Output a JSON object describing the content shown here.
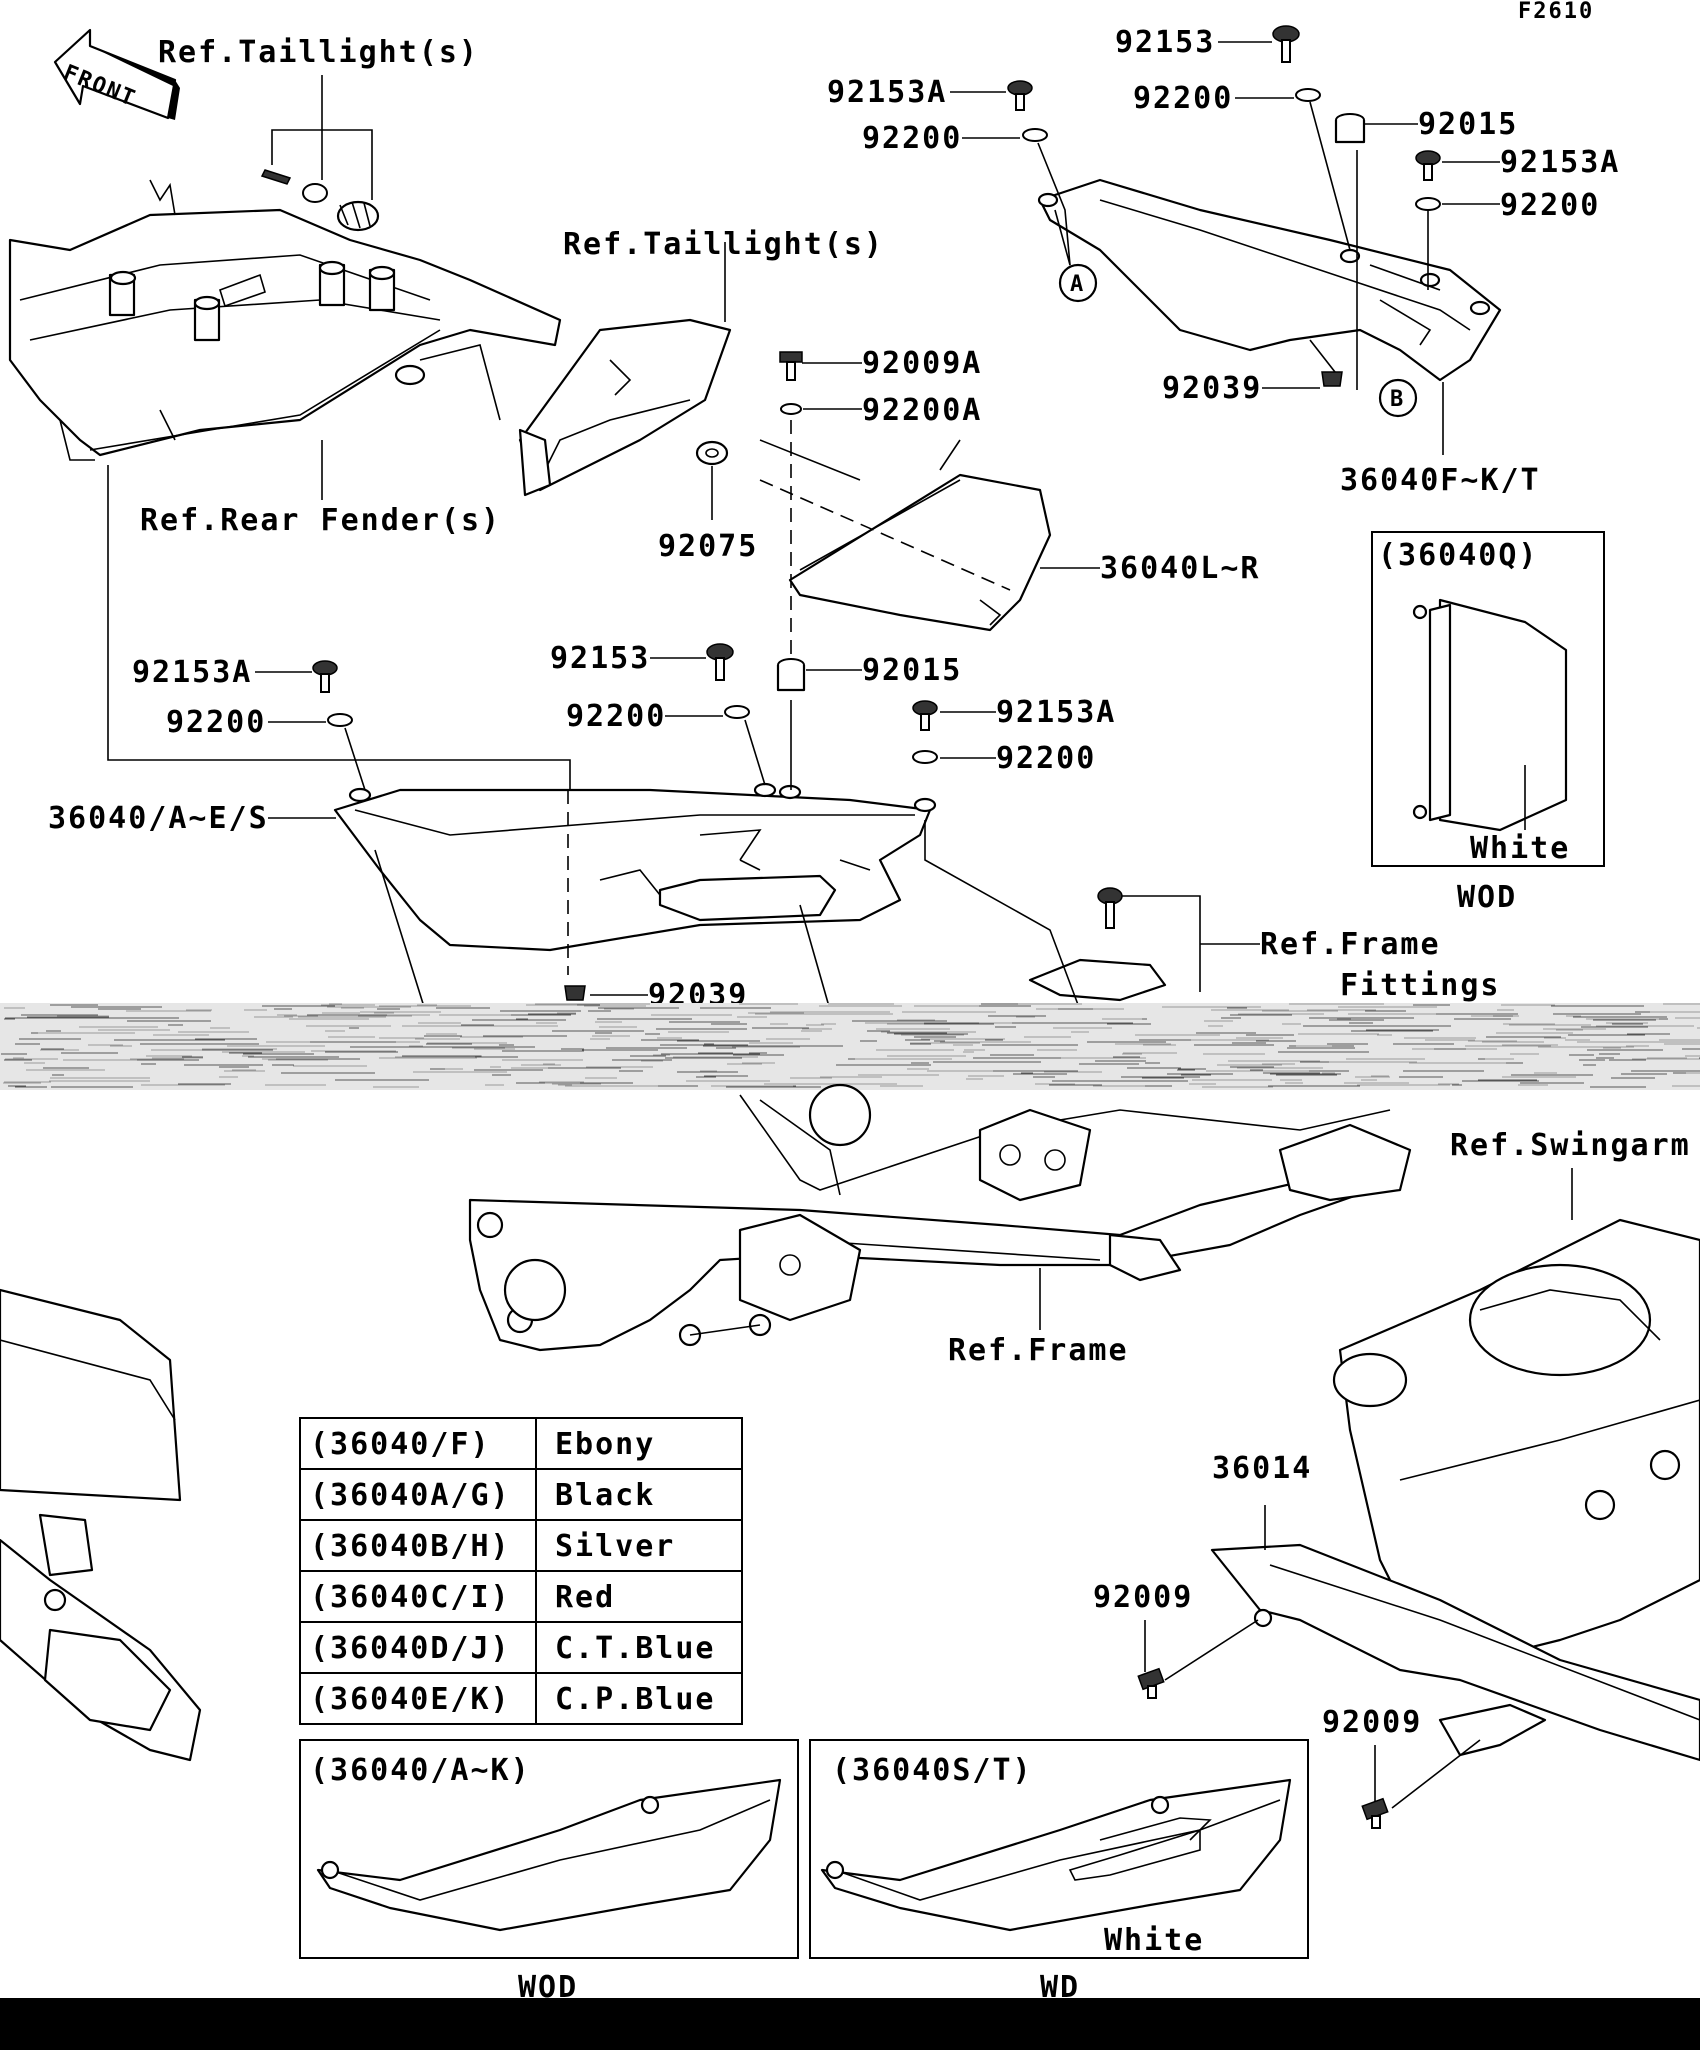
{
  "figure_code": "F2610",
  "front_label": "FRONT",
  "labels": {
    "ref_taillight_1": "Ref.Taillight(s)",
    "ref_taillight_2": "Ref.Taillight(s)",
    "ref_rear_fender": "Ref.Rear Fender(s)",
    "ref_frame_fittings_1": "Ref.Frame",
    "ref_frame_fittings_2": "Fittings",
    "ref_swingarm": "Ref.Swingarm",
    "ref_frame": "Ref.Frame",
    "p_92153_top": "92153",
    "p_92153A_top": "92153A",
    "p_92200_top1": "92200",
    "p_92200_top2": "92200",
    "p_92015_top": "92015",
    "p_92153A_right": "92153A",
    "p_92200_right": "92200",
    "p_92039_top": "92039",
    "p_36040FKT": "36040F~K/T",
    "p_92009A": "92009A",
    "p_92200A": "92200A",
    "p_92075": "92075",
    "p_36040LR": "36040L~R",
    "p_92153A_left": "92153A",
    "p_92200_left": "92200",
    "p_92153_mid": "92153",
    "p_92015_mid": "92015",
    "p_92200_mid": "92200",
    "p_92153A_mid": "92153A",
    "p_92200_mid2": "92200",
    "p_36040AES": "36040/A~E/S",
    "p_92039_bottom": "92039",
    "p_36014": "36014",
    "p_92009_a": "92009",
    "p_92009_b": "92009",
    "callout_A": "A",
    "callout_B": "B"
  },
  "inset_q": {
    "title": "(36040Q)",
    "color": "White",
    "caption": "WOD"
  },
  "color_table": [
    {
      "code": "(36040/F)",
      "color": "Ebony"
    },
    {
      "code": "(36040A/G)",
      "color": "Black"
    },
    {
      "code": "(36040B/H)",
      "color": "Silver"
    },
    {
      "code": "(36040C/I)",
      "color": "Red"
    },
    {
      "code": "(36040D/J)",
      "color": "C.T.Blue"
    },
    {
      "code": "(36040E/K)",
      "color": "C.P.Blue"
    }
  ],
  "inset_ak": {
    "title": "(36040/A~K)",
    "caption": "WOD"
  },
  "inset_st": {
    "title": "(36040S/T)",
    "color": "White",
    "caption": "WD"
  }
}
